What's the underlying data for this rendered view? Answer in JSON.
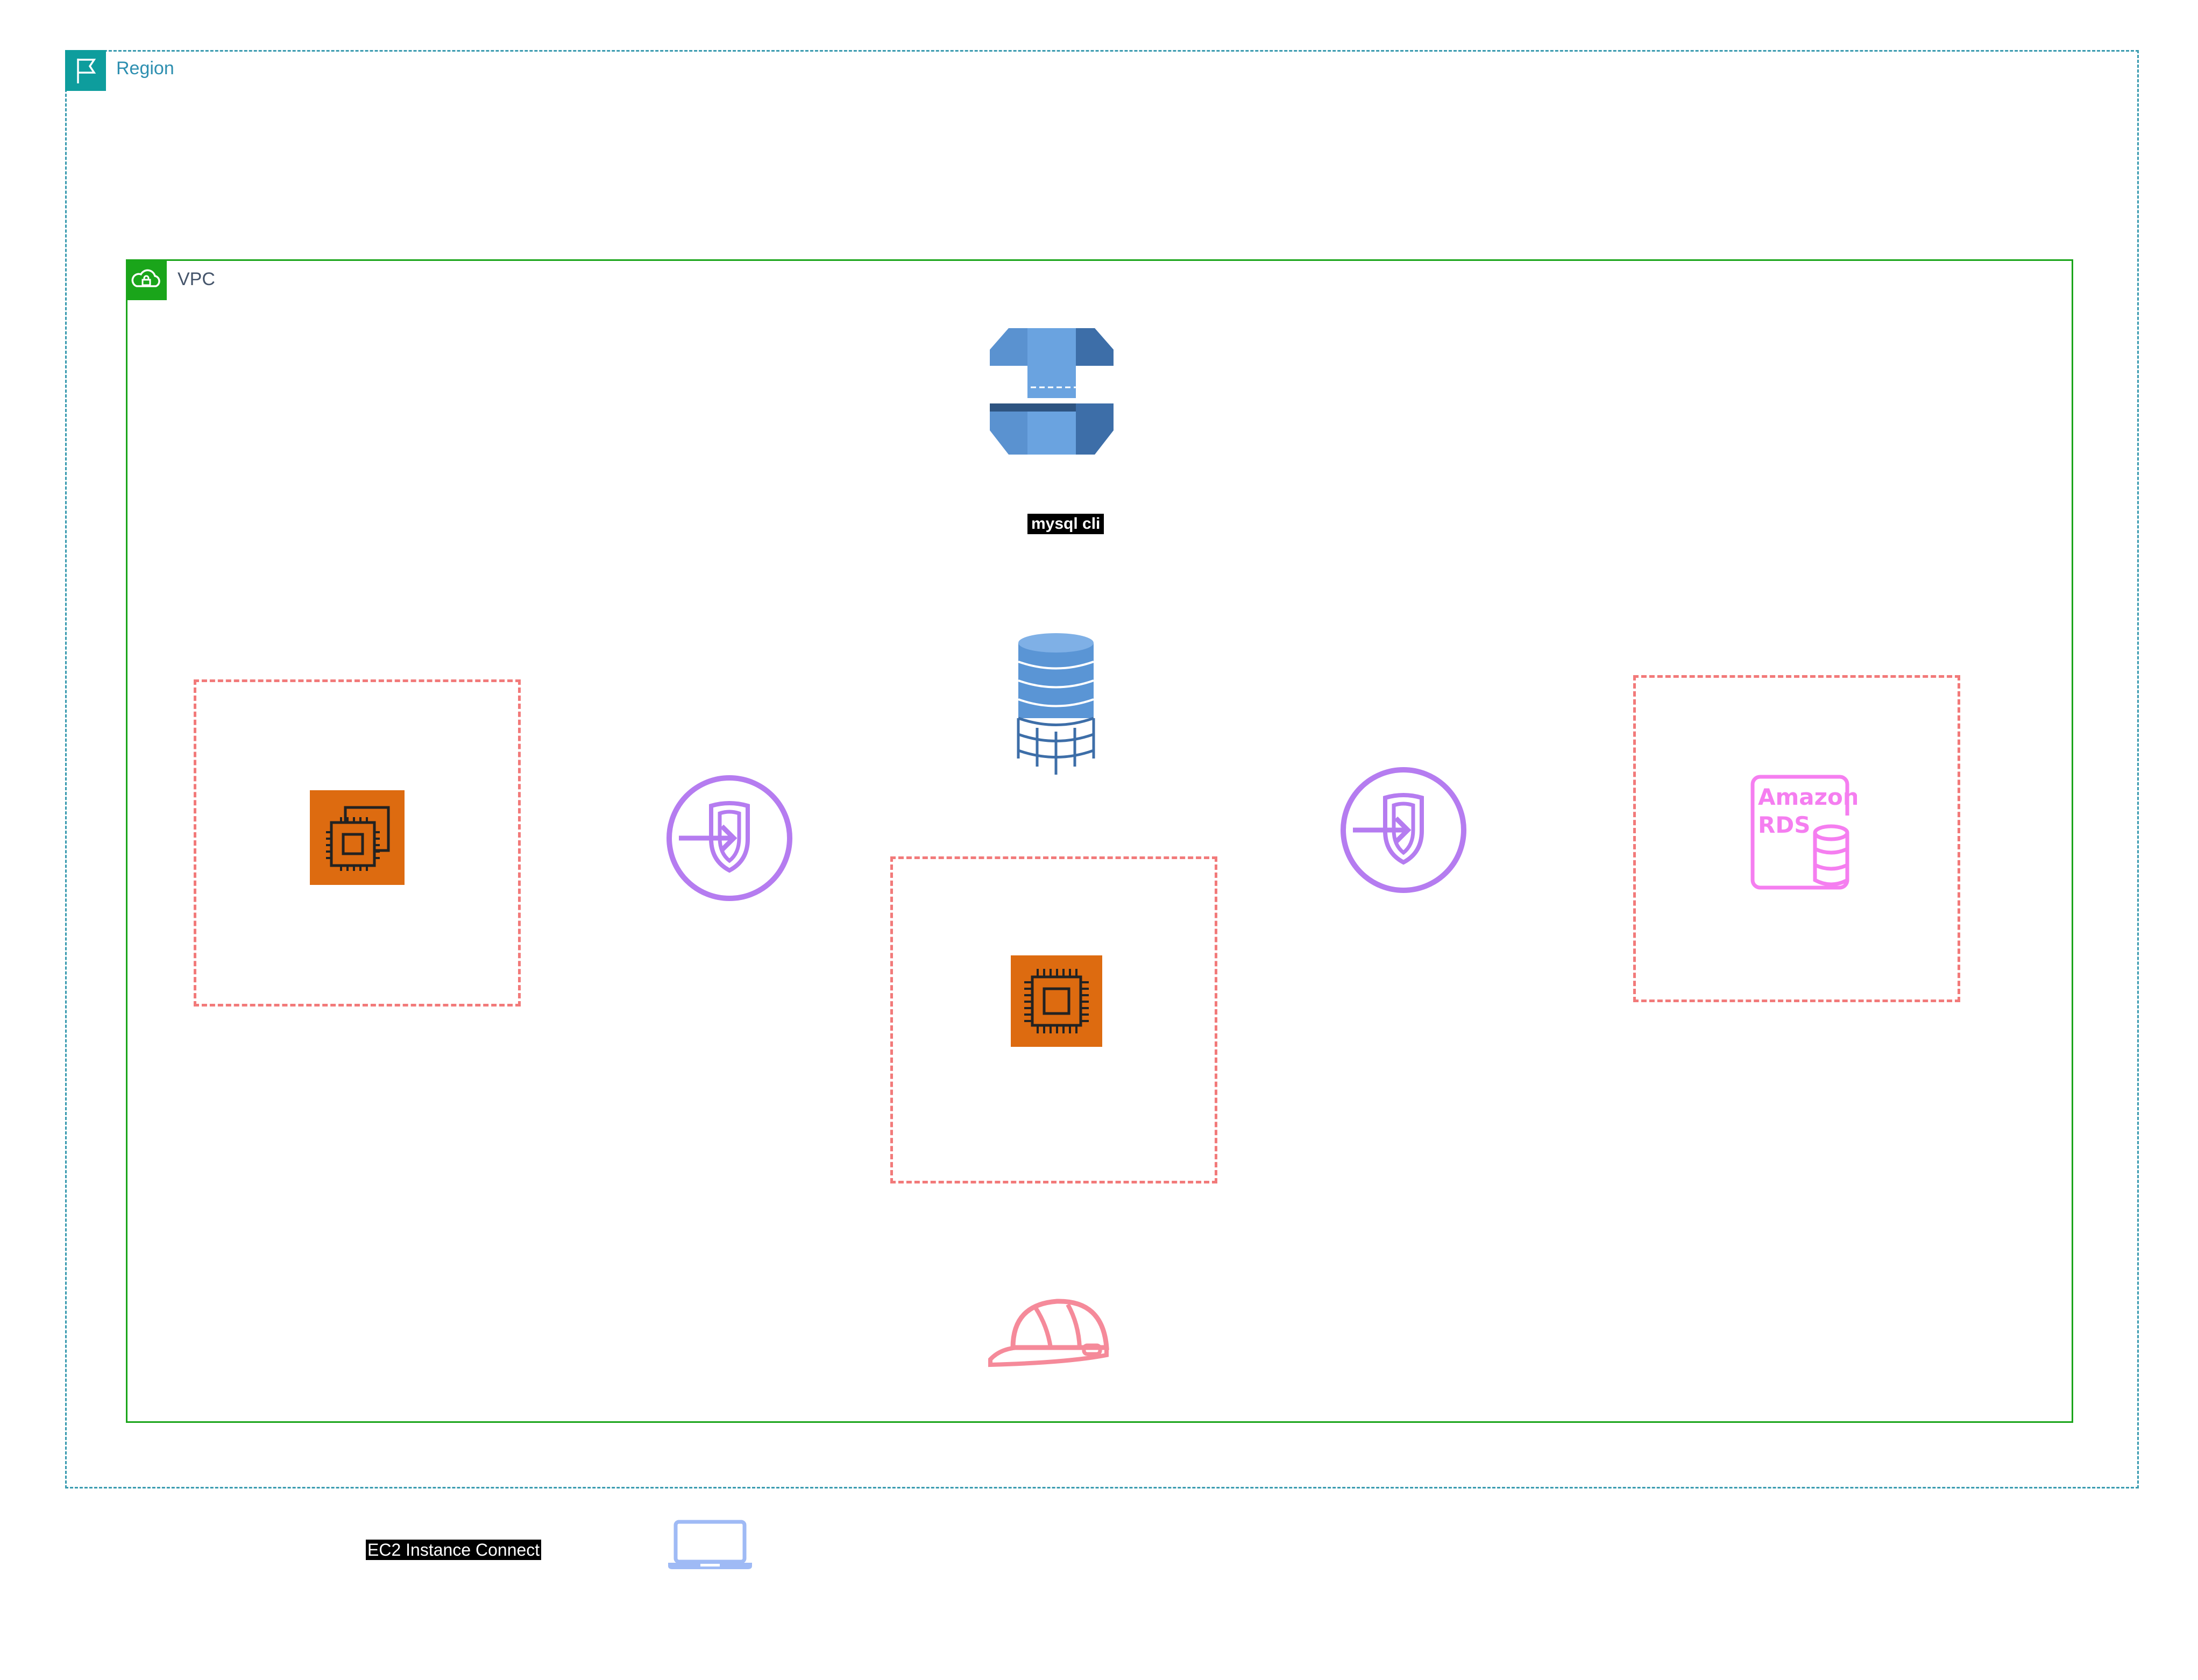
{
  "region": {
    "label": "Region",
    "icon": "region-flag-icon",
    "color": "#0e9d9d"
  },
  "vpc": {
    "label": "VPC",
    "icon": "vpc-cloud-lock-icon",
    "color": "#1aa51a"
  },
  "labels": {
    "mysql": "mysql cli",
    "instance_connect": "EC2 Instance Connect"
  },
  "rds": {
    "line1": "Amazon",
    "line2": "RDS",
    "icon": "amazon-rds-icon",
    "color": "#f57ef0"
  },
  "icons": {
    "ec2_left": "ec2-instances-icon",
    "ec2_center": "ec2-instance-icon",
    "endpoint_left": "instance-connect-endpoint-icon",
    "endpoint_right": "instance-connect-endpoint-icon",
    "dms": "database-migration-service-icon",
    "db_storage": "database-storage-icon",
    "helmet": "helmet-icon",
    "laptop": "laptop-icon"
  },
  "colors": {
    "ec2": "#dd6b10",
    "endpoint": "#b57cf0",
    "subnet_border": "#f27a7a",
    "helmet": "#f58a9a",
    "laptop": "#9fbaf5"
  }
}
